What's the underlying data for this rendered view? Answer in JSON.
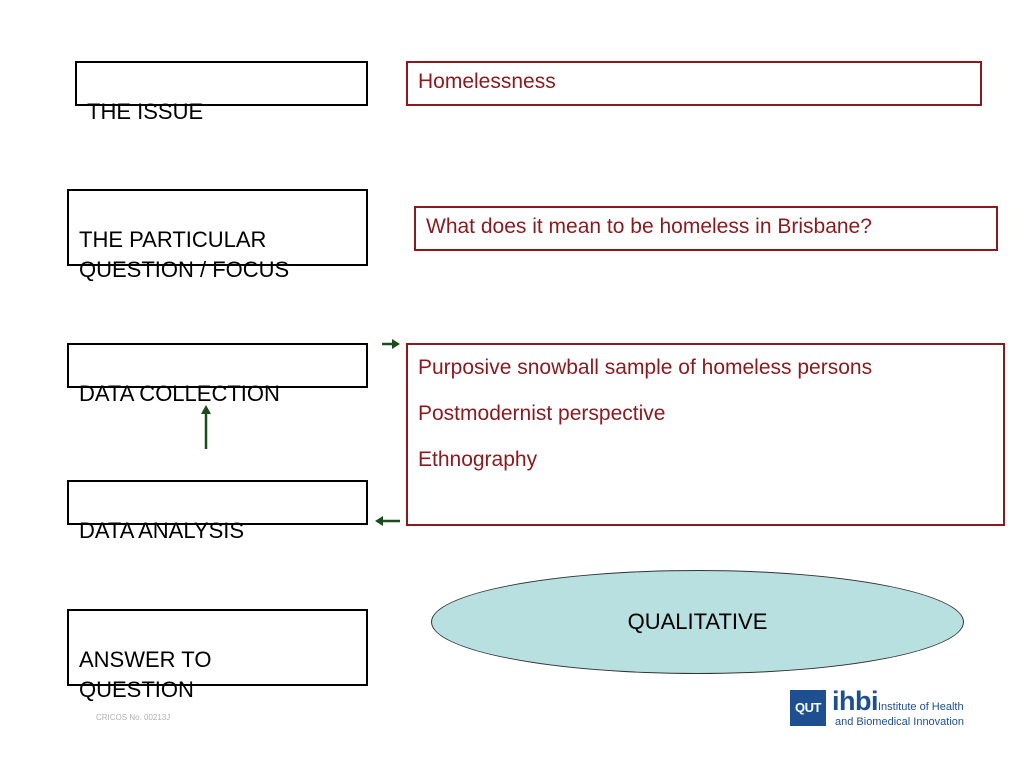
{
  "steps": {
    "issue": "THE ISSUE",
    "question_focus": "THE PARTICULAR\nQUESTION / FOCUS",
    "data_collection": "DATA COLLECTION",
    "data_analysis": "DATA ANALYSIS",
    "answer": "ANSWER TO\nQUESTION"
  },
  "details": {
    "issue": "Homelessness",
    "question": "What does it mean to be homeless in Brisbane?",
    "methods": [
      "Purposive snowball sample of homeless persons",
      "Postmodernist perspective",
      "Ethnography"
    ]
  },
  "approach": "QUALITATIVE",
  "footer": {
    "cricos": "CRICOS No. 00213J"
  },
  "logo": {
    "mark": "QUT",
    "name": "ihbi",
    "line1": "Institute of Health",
    "line2": "and Biomedical Innovation"
  },
  "colors": {
    "step_border": "#000000",
    "detail_accent": "#8b1a1f",
    "arrow": "#1a4d1a",
    "ellipse_fill": "#b8e0e0",
    "logo_blue": "#1d4f91"
  }
}
